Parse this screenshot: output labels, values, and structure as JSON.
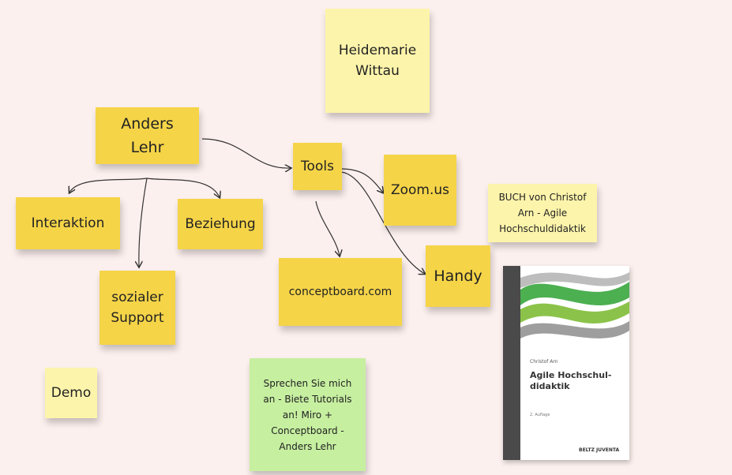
{
  "notes": {
    "heidemarie": "Heidemarie Wittau",
    "anders_lehr": "Anders Lehr",
    "tools": "Tools",
    "zoom": "Zoom.us",
    "buch": "BUCH von Christof Arn - Agile Hochschuldidaktik",
    "interaktion": "Interaktion",
    "beziehung": "Beziehung",
    "sozialer_support": "sozialer Support",
    "conceptboard": "conceptboard.com",
    "handy": "Handy",
    "demo": "Demo",
    "sprechen": "Sprechen Sie mich an - Biete Tutorials an! Miro + Conceptboard - Anders Lehr"
  },
  "book": {
    "author": "Christof Arn",
    "title": "Agile Hochschul-didaktik",
    "edition": "2. Auflage",
    "publisher": "BELTZ JUVENTA"
  },
  "colors": {
    "background": "#fcf0ee",
    "sticky_yellow": "#f5d448",
    "sticky_light_yellow": "#fdf4ab",
    "sticky_green": "#c6efa0",
    "book_green": "#4caf50"
  }
}
